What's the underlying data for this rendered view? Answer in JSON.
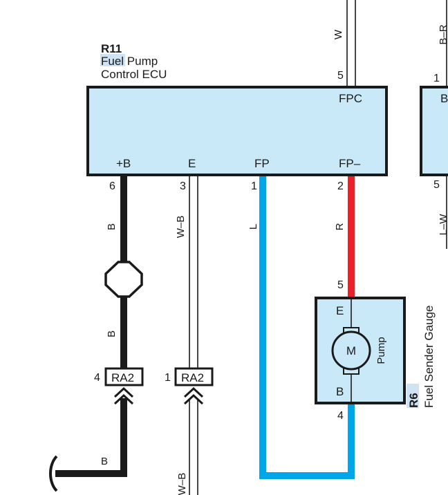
{
  "ecu": {
    "id": "R11",
    "name_line1_a": "Fuel",
    "name_line1_b": " Pump",
    "name_line2": "Control ECU",
    "terminals": {
      "fpc": "FPC",
      "plus_b": "+B",
      "e": "E",
      "fp": "FP",
      "fp_minus": "FP–"
    },
    "pins": {
      "fpc": "5",
      "plus_b": "6",
      "e": "3",
      "fp": "1",
      "fp_minus": "2"
    }
  },
  "wires": {
    "w_top": "W",
    "b_upper": "B",
    "b_lower": "B",
    "b_bottom": "B",
    "wb_upper": "W–B",
    "wb_bottom": "W–B",
    "l": "L",
    "r": "R"
  },
  "pump": {
    "id": "R6",
    "name_a": "Fuel",
    "name_b": " Sender Gauge",
    "inner_label": "Pump",
    "motor": "M",
    "term_e": "E",
    "term_b": "B",
    "pin_e": "5",
    "pin_b": "4"
  },
  "connectors": {
    "ra2_left": "RA2",
    "ra2_left_pin": "4",
    "ra2_right": "RA2",
    "ra2_right_pin": "1"
  },
  "right_partial": {
    "wire_label": "B–R",
    "pin_top": "1",
    "term": "B",
    "pin_bottom": "5",
    "wire_bottom": "L–W"
  },
  "colors": {
    "box_fill": "#c9e9f8",
    "wire_black": "#1a1a1a",
    "wire_blue": "#00a6e8",
    "wire_red": "#e8212a",
    "highlight": "#cfe3f5"
  }
}
